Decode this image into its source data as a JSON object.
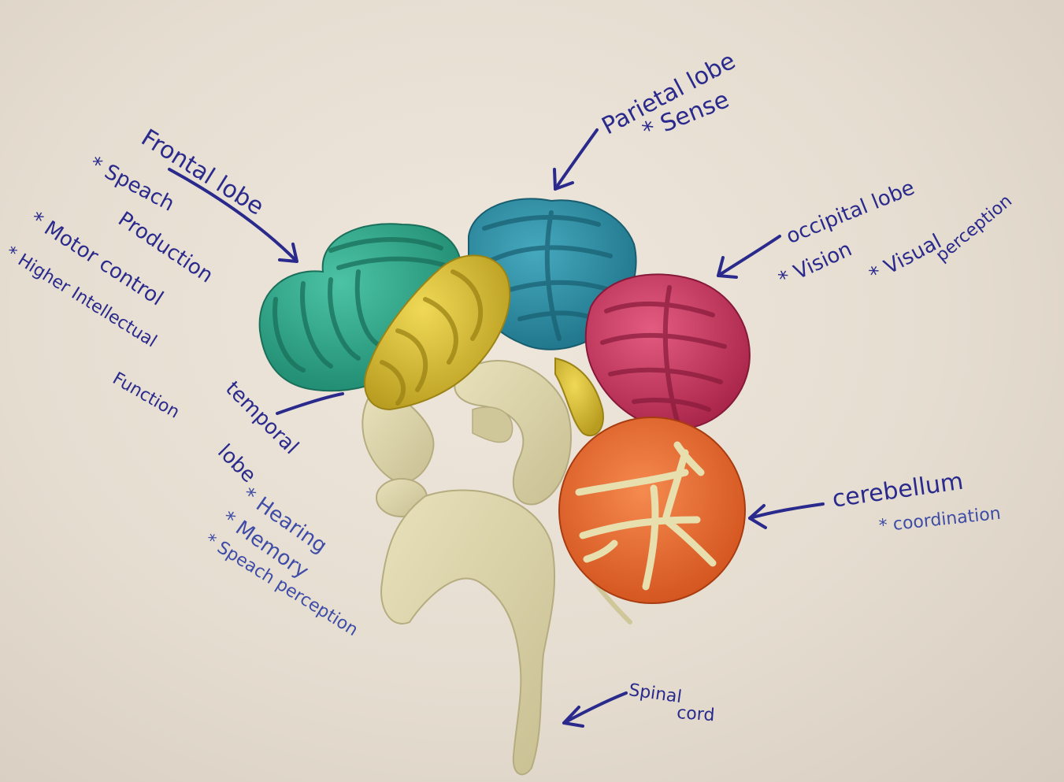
{
  "labels": {
    "frontal": {
      "title": "Frontal lobe",
      "functions": [
        "* Speach",
        "Production",
        "* Motor control",
        "* Higher Intellectual",
        "Function"
      ]
    },
    "parietal": {
      "title": "Parietal lobe",
      "functions": [
        "* Sense"
      ]
    },
    "occipital": {
      "title": "occipital lobe",
      "functions": [
        "* Vision",
        "* Visual",
        "perception"
      ]
    },
    "temporal": {
      "title": [
        "temporal",
        "lobe"
      ],
      "functions": [
        "* Hearing",
        "* Memory",
        "* Speach perception"
      ]
    },
    "cerebellum": {
      "title": "cerebellum",
      "functions": [
        "* coordination"
      ]
    },
    "spinal": {
      "title": [
        "Spinal",
        "cord"
      ]
    }
  },
  "colors": {
    "background": "#e6ddd1",
    "ink": "#2a2a8c",
    "frontal_clay": "#2fa58a",
    "parietal_clay": "#2e8ea3",
    "temporal_clay": "#d9bf3a",
    "occipital_clay": "#cc3a63",
    "cerebellum_clay": "#e8662e",
    "brainstem_clay": "#d9d1a6"
  }
}
